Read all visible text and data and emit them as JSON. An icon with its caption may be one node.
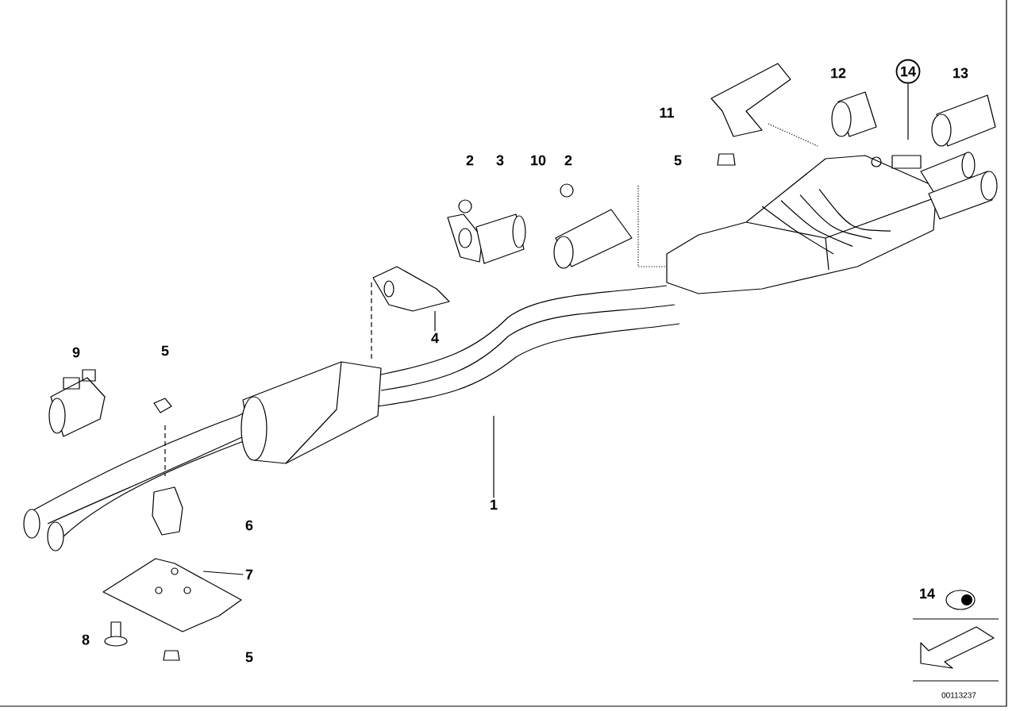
{
  "diagram": {
    "nodes": [
      {
        "text": [
          "1"
        ]
      },
      {
        "text": [
          "4"
        ]
      },
      {
        "text": [
          "7"
        ]
      },
      {
        "text": [
          "14"
        ]
      }
    ],
    "edges": [
      {
        "from": 0,
        "to": null,
        "arrow": "none"
      },
      {
        "from": 1,
        "to": null,
        "arrow": "none"
      },
      {
        "from": 2,
        "to": null,
        "arrow": "none"
      },
      {
        "from": 3,
        "to": null,
        "arrow": "none"
      }
    ],
    "labels": [
      "11",
      "12",
      "13",
      "2",
      "3",
      "10",
      "2",
      "5",
      "9",
      "5",
      "6",
      "8",
      "5",
      "14",
      "00113237"
    ]
  }
}
